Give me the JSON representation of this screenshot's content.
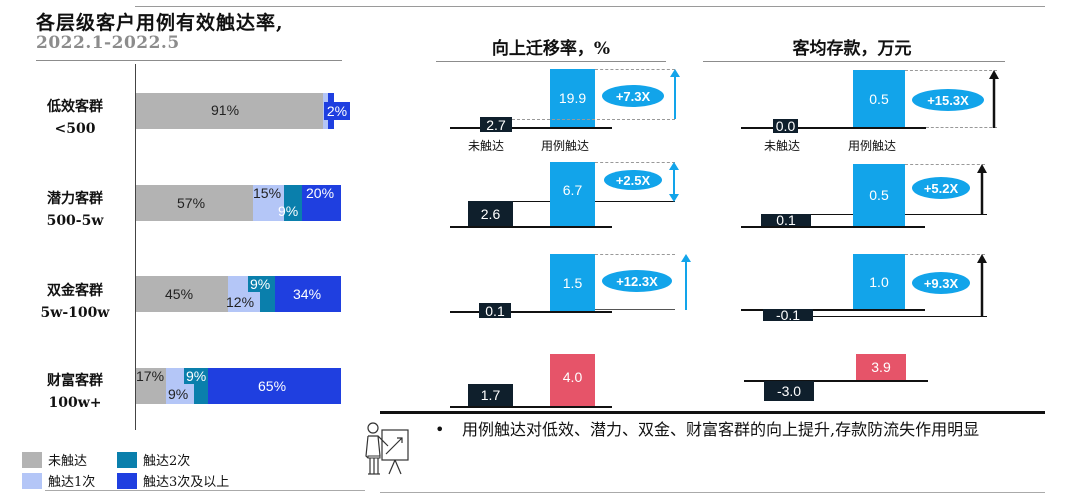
{
  "left_chart": {
    "title": "各层级客户用例有效触达率,",
    "subtitle": "2022.1-2022.5",
    "rows": [
      {
        "label1": "低效客群",
        "label2": "<500",
        "segments": [
          91,
          2,
          3,
          4
        ],
        "labels": [
          "91%",
          "",
          "",
          "2%"
        ]
      },
      {
        "label1": "潜力客群",
        "label2": "500-5w",
        "segments": [
          57,
          15,
          9,
          20
        ],
        "labels": [
          "57%",
          "15%",
          "9%",
          "20%"
        ]
      },
      {
        "label1": "双金客群",
        "label2": "5w-100w",
        "segments": [
          45,
          12,
          9,
          34
        ],
        "labels": [
          "45%",
          "12%",
          "9%",
          "34%"
        ]
      },
      {
        "label1": "财富客群",
        "label2": "100w+",
        "segments": [
          17,
          9,
          9,
          65
        ],
        "labels": [
          "17%",
          "9%",
          "9%",
          "65%"
        ]
      }
    ],
    "legend": [
      {
        "label": "未触达",
        "color": "#b3b3b3"
      },
      {
        "label": "触达2次",
        "color": "#0a7fac"
      },
      {
        "label": "触达1次",
        "color": "#b4c6f7"
      },
      {
        "label": "触达3次及以上",
        "color": "#1f3fe0"
      }
    ]
  },
  "panel_upward": {
    "title": "向上迁移率，%",
    "cat_untouched": "未触达",
    "cat_touched": "用例触达",
    "rows": [
      {
        "untouched": "2.7",
        "touched": "19.9",
        "multiplier": "+7.3X"
      },
      {
        "untouched": "2.6",
        "touched": "6.7",
        "multiplier": "+2.5X"
      },
      {
        "untouched": "0.1",
        "touched": "1.5",
        "multiplier": "+12.3X"
      },
      {
        "untouched": "1.7",
        "touched": "4.0",
        "multiplier": ""
      }
    ]
  },
  "panel_deposit": {
    "title": "客均存款，万元",
    "cat_untouched": "未触达",
    "cat_touched": "用例触达",
    "rows": [
      {
        "untouched": "0.0",
        "touched": "0.5",
        "multiplier": "+15.3X"
      },
      {
        "untouched": "0.1",
        "touched": "0.5",
        "multiplier": "+5.2X"
      },
      {
        "untouched": "-0.1",
        "touched": "1.0",
        "multiplier": "+9.3X"
      },
      {
        "untouched": "-3.0",
        "touched": "3.9",
        "multiplier": ""
      }
    ]
  },
  "note": {
    "bullet": "•",
    "text": "用例触达对低效、潜力、双金、财富客群的向上提升,存款防流失作用明显"
  },
  "chart_data": [
    {
      "type": "bar",
      "orientation": "horizontal-stacked-100",
      "title": "各层级客户用例有效触达率, 2022.1-2022.5",
      "categories": [
        "低效客群 <500",
        "潜力客群 500-5w",
        "双金客群 5w-100w",
        "财富客群 100w+"
      ],
      "series": [
        {
          "name": "未触达",
          "values": [
            91,
            57,
            45,
            17
          ]
        },
        {
          "name": "触达1次",
          "values": [
            2,
            15,
            12,
            9
          ]
        },
        {
          "name": "触达2次",
          "values": [
            3,
            9,
            9,
            9
          ]
        },
        {
          "name": "触达3次及以上",
          "values": [
            2,
            20,
            34,
            65
          ]
        }
      ],
      "legend_position": "bottom"
    },
    {
      "type": "bar",
      "title": "向上迁移率，%",
      "categories": [
        "未触达",
        "用例触达"
      ],
      "groups": [
        "低效客群",
        "潜力客群",
        "双金客群",
        "财富客群"
      ],
      "series": [
        {
          "name": "未触达",
          "values": [
            2.7,
            2.6,
            0.1,
            1.7
          ]
        },
        {
          "name": "用例触达",
          "values": [
            19.9,
            6.7,
            1.5,
            4.0
          ]
        }
      ],
      "annotations": [
        "+7.3X",
        "+2.5X",
        "+12.3X",
        ""
      ]
    },
    {
      "type": "bar",
      "title": "客均存款，万元",
      "categories": [
        "未触达",
        "用例触达"
      ],
      "groups": [
        "低效客群",
        "潜力客群",
        "双金客群",
        "财富客群"
      ],
      "series": [
        {
          "name": "未触达",
          "values": [
            0.0,
            0.1,
            -0.1,
            -3.0
          ]
        },
        {
          "name": "用例触达",
          "values": [
            0.5,
            0.5,
            1.0,
            3.9
          ]
        }
      ],
      "annotations": [
        "+15.3X",
        "+5.2X",
        "+9.3X",
        ""
      ]
    }
  ]
}
